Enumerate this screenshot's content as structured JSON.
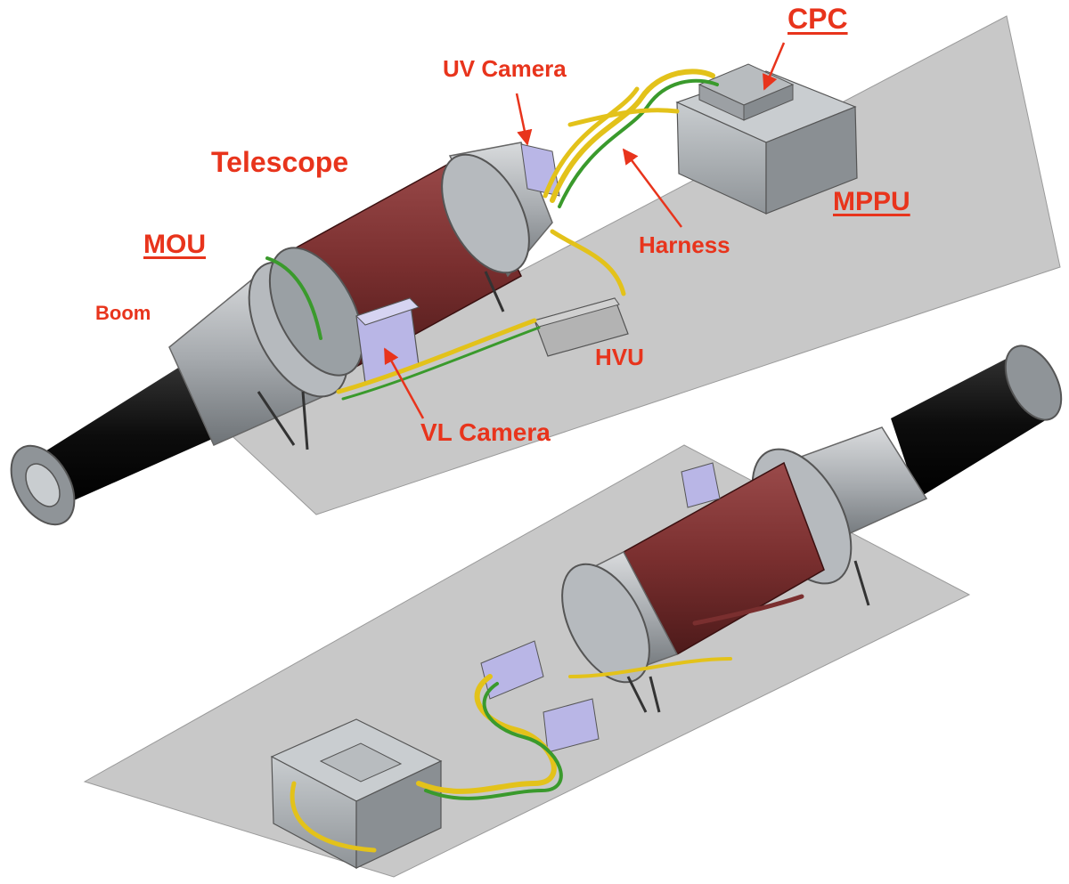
{
  "diagram": {
    "labels": {
      "cpc": "CPC",
      "uv_camera": "UV Camera",
      "telescope": "Telescope",
      "mppu": "MPPU",
      "mou": "MOU",
      "harness": "Harness",
      "boom": "Boom",
      "hvu": "HVU",
      "vl_camera": "VL Camera"
    },
    "colors": {
      "label": "#e8341c",
      "baseplate": "#c8c8c8",
      "telescope_body": "#7a2f2f",
      "housing": "#a9aeb2",
      "boom": "#111111",
      "harness_yellow": "#e3c21a",
      "harness_green": "#3a9a2c",
      "camera_box": "#b9b6e6"
    }
  }
}
